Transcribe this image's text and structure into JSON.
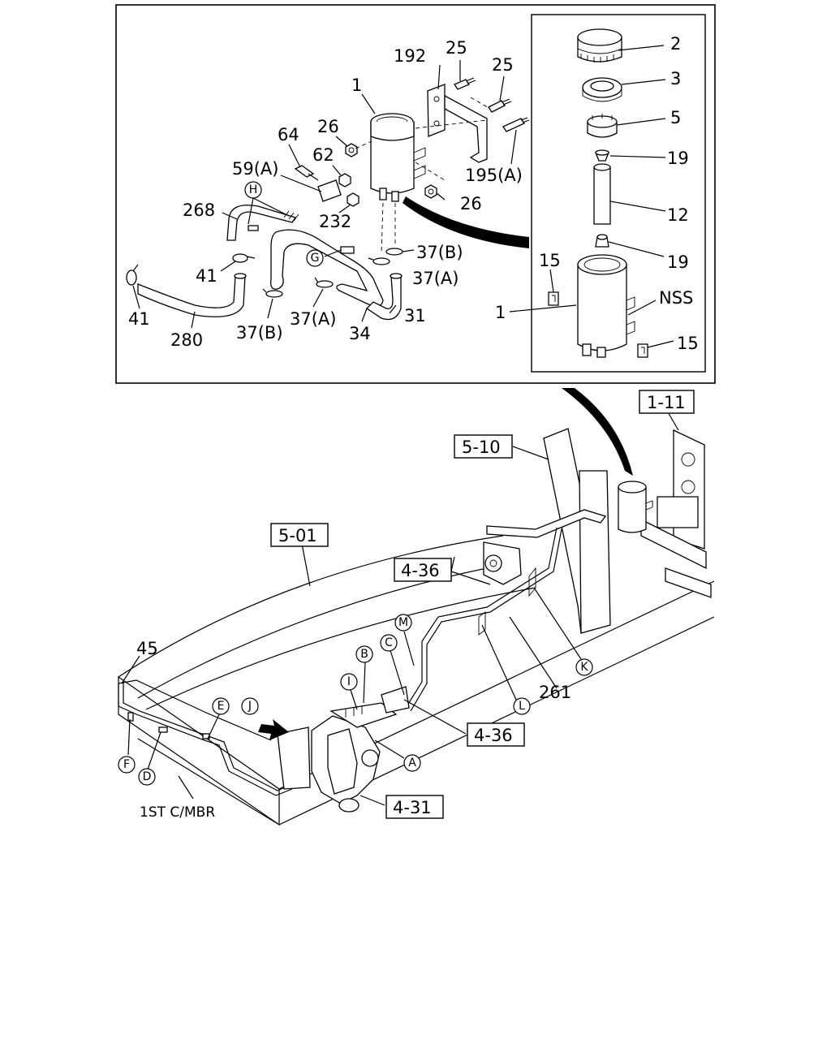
{
  "labels": {
    "p192": "192",
    "p25a": "25",
    "p25b": "25",
    "p1_top": "1",
    "p64": "64",
    "p26a": "26",
    "p62": "62",
    "p59a": "59(A)",
    "p195a": "195(A)",
    "p26b": "26",
    "p268": "268",
    "p232": "232",
    "p37b_r": "37(B)",
    "p41_up": "41",
    "p37a_r": "37(A)",
    "p41_lo": "41",
    "p31": "31",
    "p37b_l": "37(B)",
    "p37a_l": "37(A)",
    "p34": "34",
    "p280": "280",
    "ins2": "2",
    "ins3": "3",
    "ins5": "5",
    "ins19a": "19",
    "ins12": "12",
    "ins19b": "19",
    "ins15a": "15",
    "insNSS": "NSS",
    "ins1": "1",
    "ins15b": "15",
    "p45": "45",
    "p261": "261",
    "mbr": "1ST C/MBR"
  },
  "refs": {
    "r111": "1-11",
    "r510": "5-10",
    "r501": "5-01",
    "r436a": "4-36",
    "r436b": "4-36",
    "r431": "4-31"
  },
  "markers": {
    "H": "H",
    "G": "G",
    "M": "M",
    "B": "B",
    "C": "C",
    "I": "I",
    "J": "J",
    "E": "E",
    "A": "A",
    "F": "F",
    "D": "D",
    "K": "K",
    "L": "L"
  }
}
